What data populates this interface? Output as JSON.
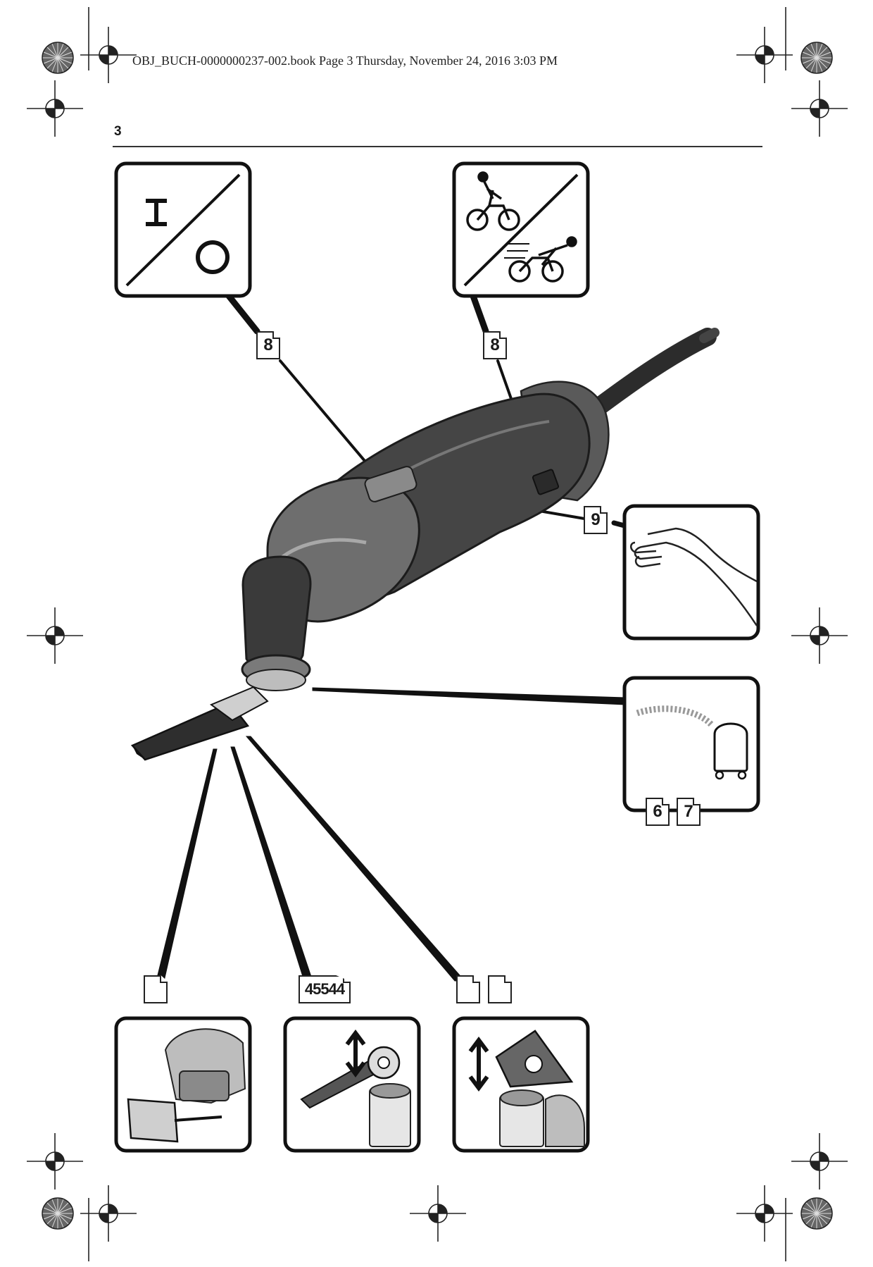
{
  "header": {
    "print_line": "OBJ_BUCH-0000000237-002.book  Page 3  Thursday, November 24, 2016  3:03 PM",
    "page_number": "3"
  },
  "callouts": {
    "on_off_switch": "8",
    "speed_control": "8",
    "grip_area": "9",
    "dust_extraction_a": "6",
    "dust_extraction_b": "7",
    "blade_change": "45544",
    "sanding_pad_a": "",
    "sanding_pad_b": "",
    "depth_stop": ""
  },
  "icons": {
    "on_off": "on-off-switch-icon",
    "speed": "cyclist-speed-icon",
    "hand": "hand-grip-icon",
    "vacuum": "vacuum-cleaner-icon"
  },
  "colors": {
    "ink": "#1a1a1a",
    "tool_dark": "#3a3a3a",
    "tool_mid": "#6e6e6e",
    "tool_light": "#a8a8a8"
  }
}
